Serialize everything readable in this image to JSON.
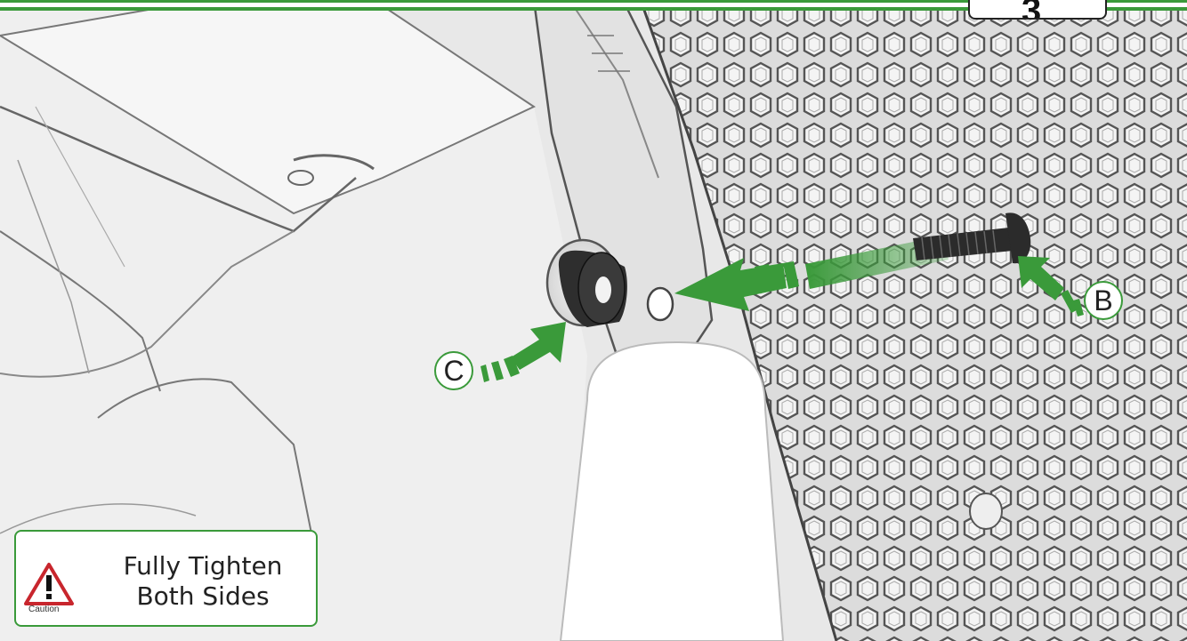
{
  "step": {
    "number": "3"
  },
  "callouts": {
    "b": "B",
    "c": "C"
  },
  "caution": {
    "label": "Caution",
    "line1": "Fully Tighten",
    "line2": "Both Sides"
  },
  "colors": {
    "accent": "#3a9a3a",
    "warning": "#c8262d"
  },
  "icons": {
    "warning": "warning-triangle-icon"
  }
}
